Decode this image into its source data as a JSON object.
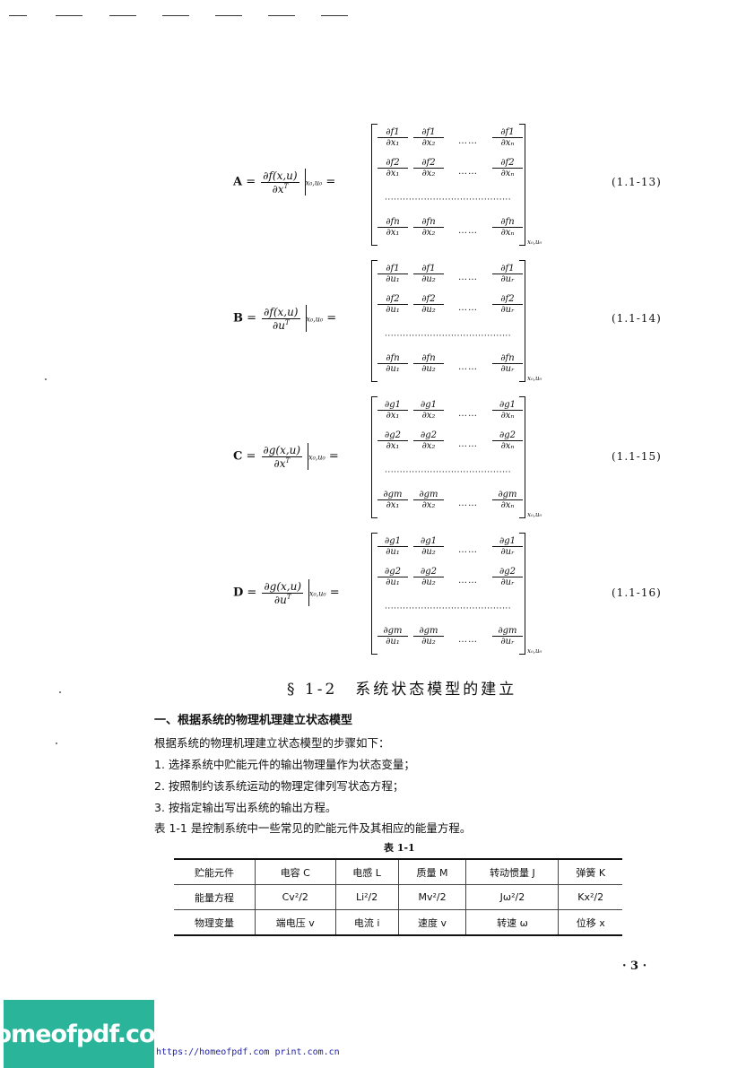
{
  "equations": [
    {
      "var": "A",
      "lhs_num": "∂f(x,u)",
      "lhs_den": "∂x",
      "lhs_den_sup": "T",
      "eval_sub": "x₀,u₀",
      "relation": "=",
      "fn": "f",
      "rows": [
        "1",
        "2",
        "n"
      ],
      "cols": [
        "x₁",
        "x₂",
        "xₙ"
      ],
      "number": "(1.1-13)"
    },
    {
      "var": "B",
      "lhs_num": "∂f(x,u)",
      "lhs_den": "∂u",
      "lhs_den_sup": "T",
      "eval_sub": "x₀,u₀",
      "relation": "=",
      "fn": "f",
      "rows": [
        "1",
        "2",
        "n"
      ],
      "cols": [
        "u₁",
        "u₂",
        "uᵣ"
      ],
      "number": "(1.1-14)"
    },
    {
      "var": "C",
      "lhs_num": "∂g(x,u)",
      "lhs_den": "∂x",
      "lhs_den_sup": "T",
      "eval_sub": "x₀,u₀",
      "relation": "=",
      "fn": "g",
      "rows": [
        "1",
        "2",
        "m"
      ],
      "cols": [
        "x₁",
        "x₂",
        "xₙ"
      ],
      "number": "(1.1-15)"
    },
    {
      "var": "D",
      "lhs_num": "∂g(x,u)",
      "lhs_den": "∂u",
      "lhs_den_sup": "T",
      "eval_sub": "x₀,u₀",
      "relation": "=",
      "fn": "g",
      "rows": [
        "1",
        "2",
        "m"
      ],
      "cols": [
        "u₁",
        "u₂",
        "uᵣ"
      ],
      "number": "(1.1-16)"
    }
  ],
  "section_title": "§ 1-2　系统状态模型的建立",
  "subheading": "一、根据系统的物理机理建立状态模型",
  "paragraphs": [
    "根据系统的物理机理建立状态模型的步骤如下：",
    "1. 选择系统中贮能元件的输出物理量作为状态变量；",
    "2. 按照制约该系统运动的物理定律列写状态方程；",
    "3. 按指定输出写出系统的输出方程。",
    "表 1-1 是控制系统中一些常见的贮能元件及其相应的能量方程。"
  ],
  "table": {
    "caption": "表 1-1",
    "rows": [
      [
        "贮能元件",
        "电容 C",
        "电感 L",
        "质量 M",
        "转动惯量 J",
        "弹簧 K"
      ],
      [
        "能量方程",
        "Cv²/2",
        "Li²/2",
        "Mv²/2",
        "Jω²/2",
        "Kx²/2"
      ],
      [
        "物理变量",
        "端电压 v",
        "电流 i",
        "速度 v",
        "转速 ω",
        "位移 x"
      ]
    ]
  },
  "page_number": "· 3 ·",
  "watermark_logo": "homeofpdf.com",
  "footer_text": "https://homeofpdf.com print.com.cn"
}
